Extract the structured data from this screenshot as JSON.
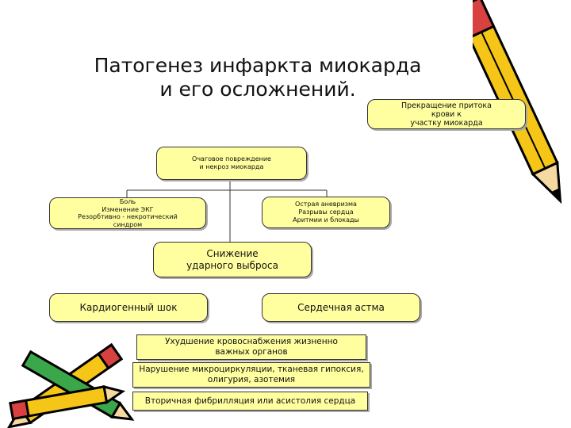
{
  "title": {
    "line1": "Патогенез инфаркта миокарда",
    "line2": "и его осложнений."
  },
  "nodes": {
    "cessation": "Прекращение  притока\nкрови к\nучастку миокарда",
    "focal": "Очаговое повреждение\nи некроз миокарда",
    "symptoms": "Боль\nИзменение ЭКГ\nРезорбтивно - некротический\nсиндром",
    "complications": "Острая аневризма\nРазрывы сердца\nАритмии и блокады",
    "stroke": "Снижение\nударного выброса",
    "shock": "Кардиогенный шок",
    "asthma": "Сердечная астма",
    "perfusion": "Ухудшение кровоснабжения жизненно\nважных органов",
    "microcirc": "Нарушение микроциркуляции, тканевая гипоксия,\nолигурия, азотемия",
    "fibrillation": "Вторичная фибрилляция или асистолия сердца"
  },
  "colors": {
    "box_fill": "#ffffa0",
    "pencil_yellow": "#f5c518",
    "pencil_green": "#3aa84a"
  },
  "icons": [
    "pencil-icon",
    "pencils-cluster-icon"
  ]
}
